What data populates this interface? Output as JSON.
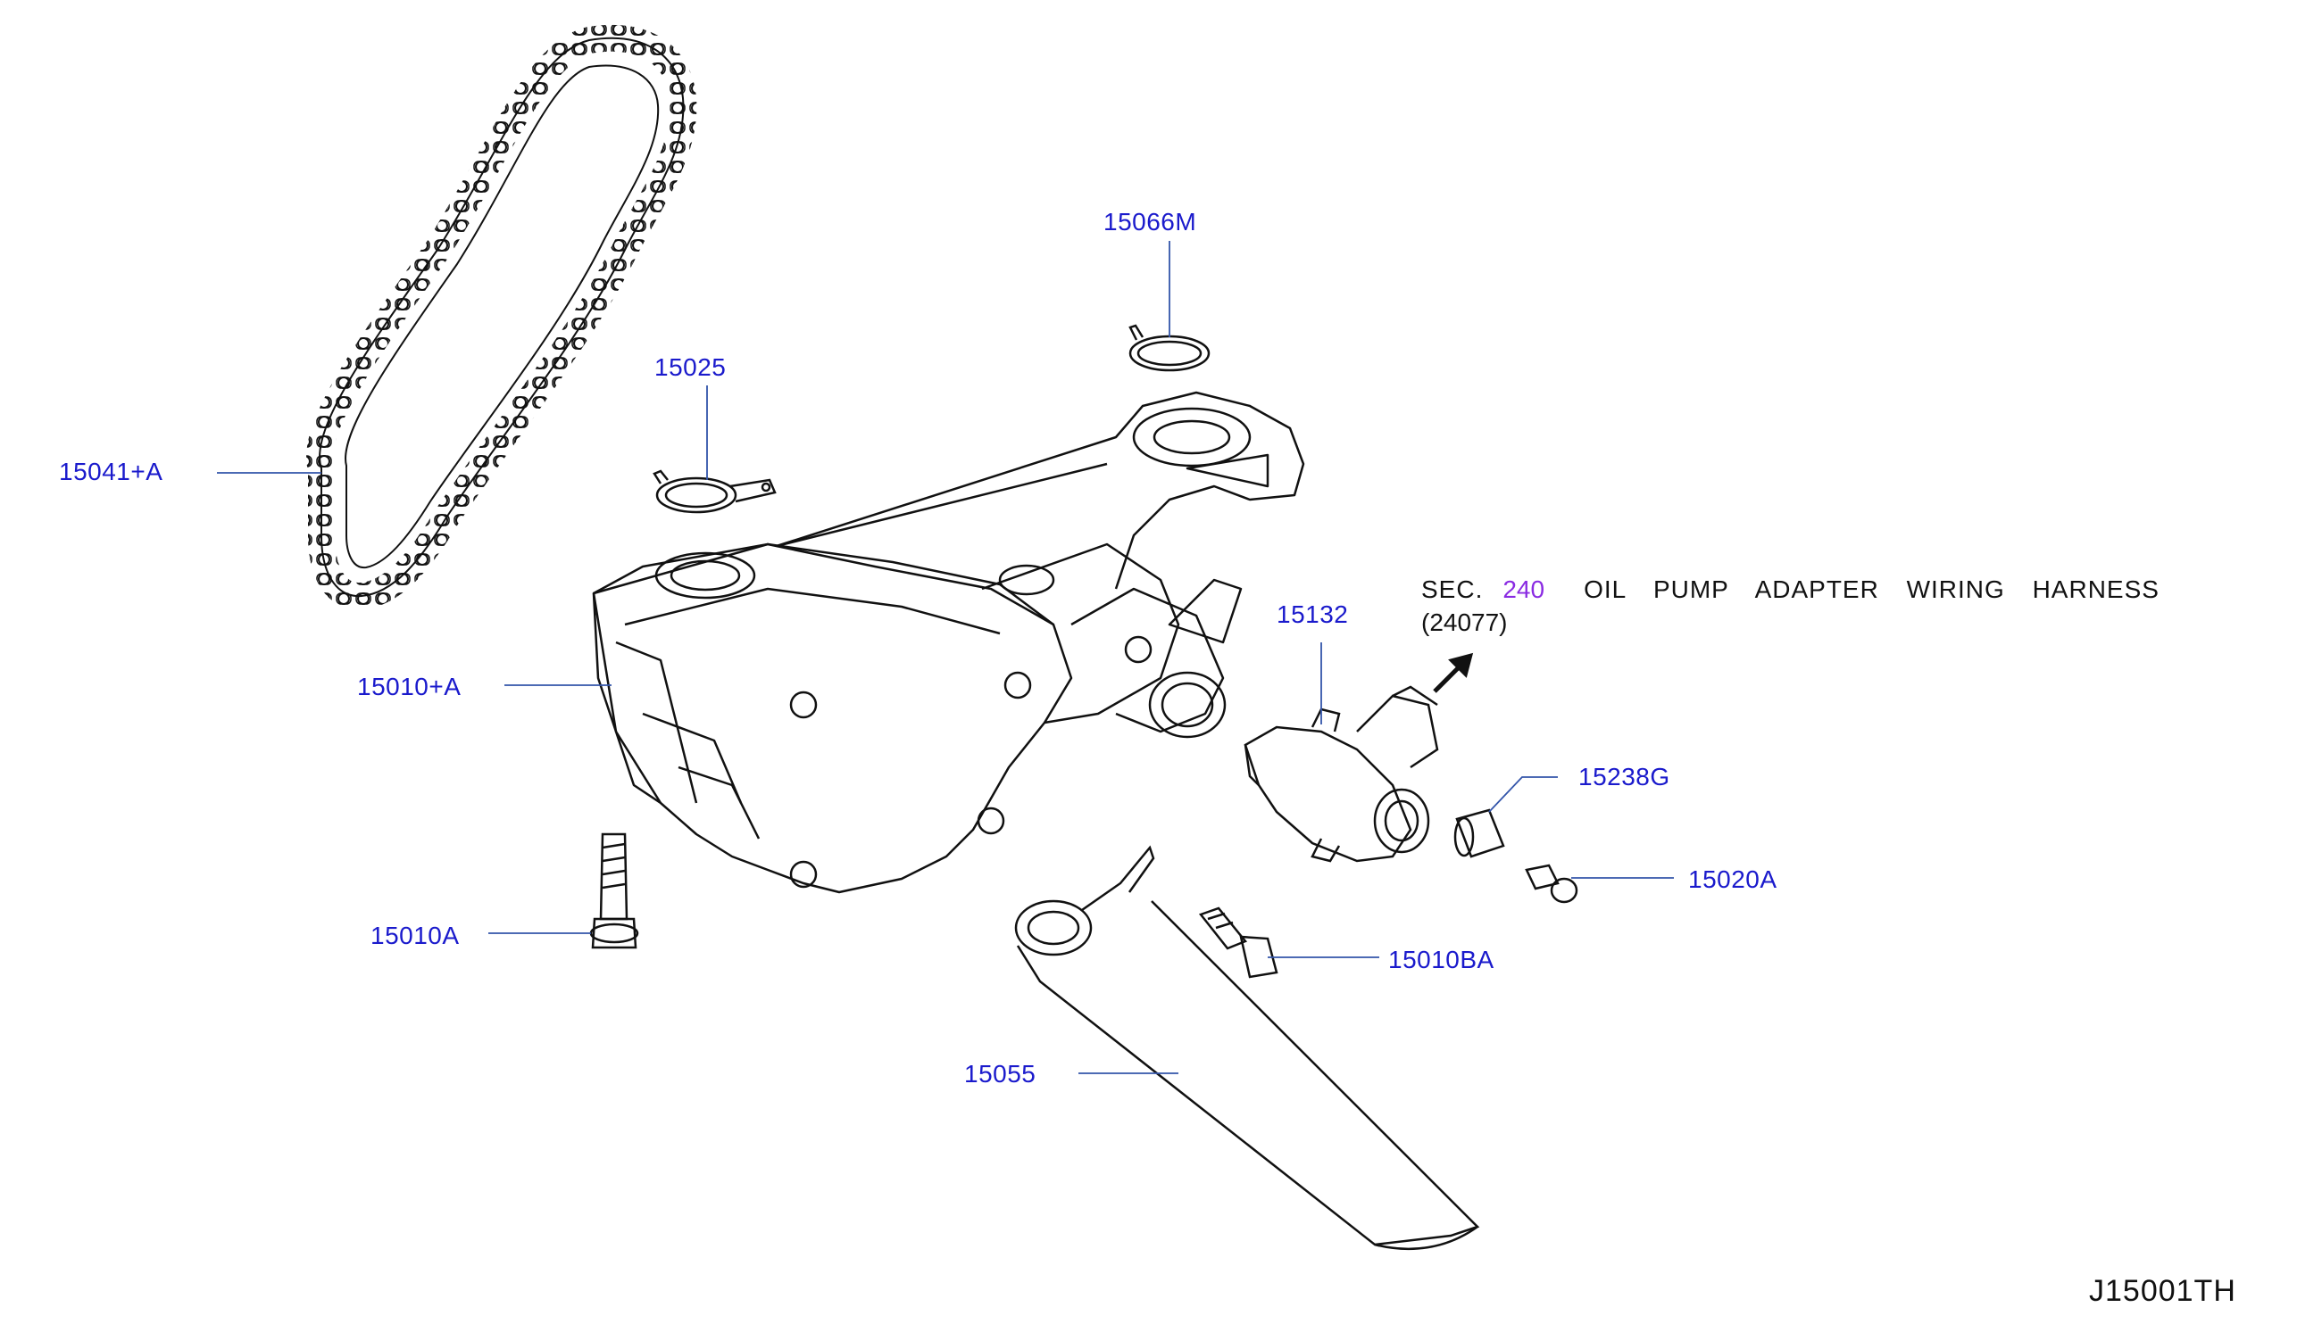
{
  "diagram_id": "J15001TH",
  "callouts": {
    "c15041A": "15041+A",
    "c15025": "15025",
    "c15066M": "15066M",
    "c15010pA": "15010+A",
    "c15132": "15132",
    "c15238G": "15238G",
    "c15020A": "15020A",
    "c15010A": "15010A",
    "c15010BA": "15010BA",
    "c15055": "15055"
  },
  "section_note": {
    "prefix": "SEC.",
    "section_number": "240",
    "description": "OIL PUMP ADAPTER WIRING HARNESS",
    "code": "(24077)"
  },
  "colors": {
    "callout_text": "#1a1acc",
    "leader_line": "#3355aa",
    "section_link": "#8a2be2",
    "drawing_stroke": "#111111"
  }
}
